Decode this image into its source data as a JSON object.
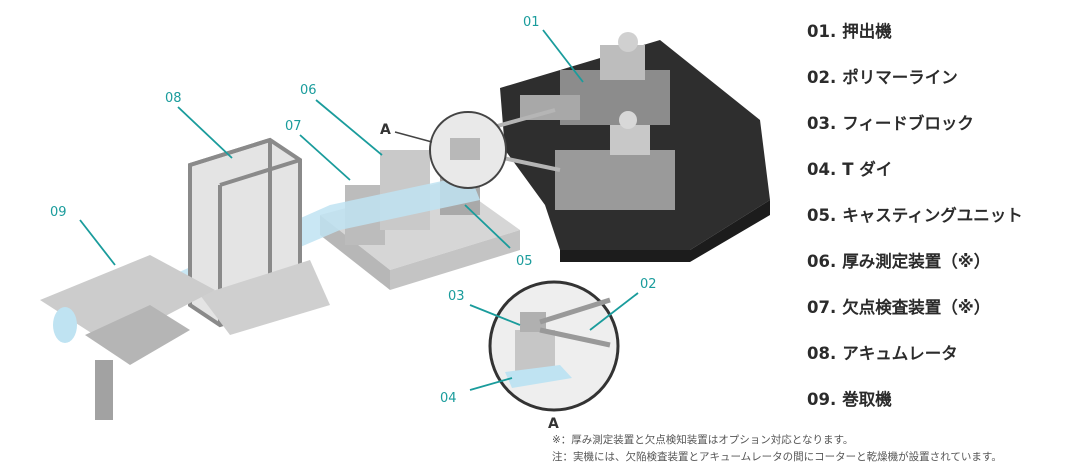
{
  "callouts": {
    "c01": "01",
    "c02": "02",
    "c03": "03",
    "c04": "04",
    "c05": "05",
    "c06": "06",
    "c07": "07",
    "c08": "08",
    "c09": "09",
    "detail_a_top": "A",
    "detail_a_bottom": "A"
  },
  "legend": [
    {
      "num": "01.",
      "label": "押出機"
    },
    {
      "num": "02.",
      "label": "ポリマーライン"
    },
    {
      "num": "03.",
      "label": "フィードブロック"
    },
    {
      "num": "04.",
      "label": "T ダイ"
    },
    {
      "num": "05.",
      "label": "キャスティングユニット"
    },
    {
      "num": "06.",
      "label": "厚み測定装置（※）"
    },
    {
      "num": "07.",
      "label": "欠点検査装置（※）"
    },
    {
      "num": "08.",
      "label": "アキュムレータ"
    },
    {
      "num": "09.",
      "label": "巻取機"
    }
  ],
  "notes": [
    "※：厚み測定装置と欠点検知装置はオプション対応となります。",
    "注：実機には、欠陥検査装置とアキュームレータの間にコーターと乾燥機が設置されています。"
  ],
  "colors": {
    "callout": "#1a9c9c",
    "machine_dark": "#2e2e2e",
    "machine_light": "#cfcfcf",
    "film": "#bfe3f2"
  }
}
